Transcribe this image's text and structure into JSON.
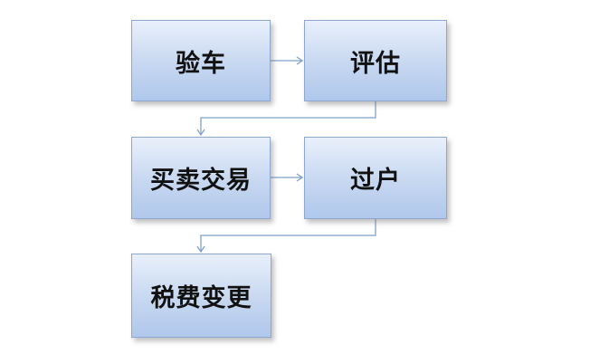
{
  "flowchart": {
    "steps": [
      {
        "id": "step-1",
        "label": "验车"
      },
      {
        "id": "step-2",
        "label": "评估"
      },
      {
        "id": "step-3",
        "label": "买卖交易"
      },
      {
        "id": "step-4",
        "label": "过户"
      },
      {
        "id": "step-5",
        "label": "税费变更"
      }
    ],
    "connections": [
      {
        "from": "step-1",
        "to": "step-2"
      },
      {
        "from": "step-2",
        "to": "step-3"
      },
      {
        "from": "step-3",
        "to": "step-4"
      },
      {
        "from": "step-4",
        "to": "step-5"
      }
    ],
    "colors": {
      "node_fill_top": "#e9f0fb",
      "node_fill_bottom": "#b0c8ec",
      "node_border": "#8ea7cf",
      "connector": "#7fa0cc",
      "text": "#111111"
    }
  }
}
